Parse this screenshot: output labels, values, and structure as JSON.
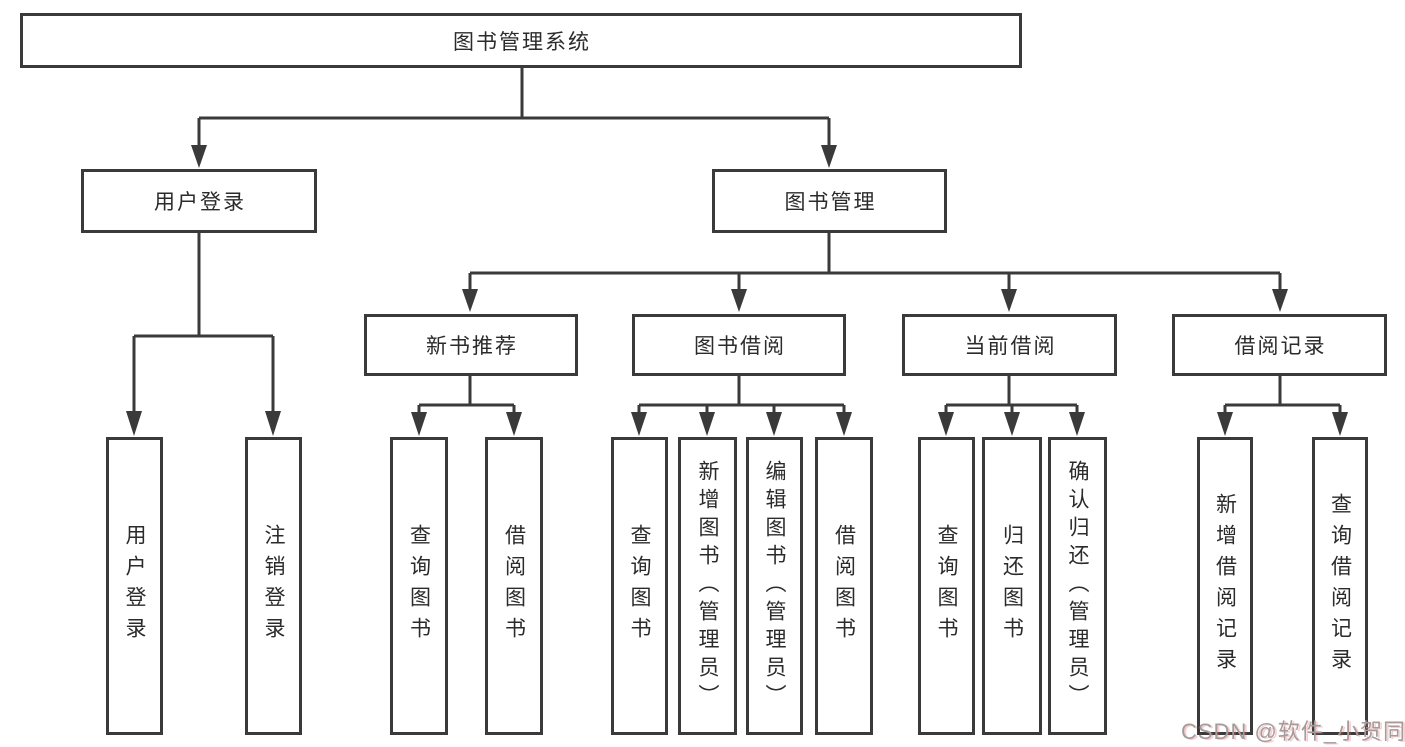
{
  "diagram_type": "tree",
  "root": {
    "label": "图书管理系统"
  },
  "branches": [
    {
      "label": "用户登录",
      "children": [
        {
          "label": "用户登录"
        },
        {
          "label": "注销登录"
        }
      ]
    },
    {
      "label": "图书管理",
      "children": [
        {
          "label": "新书推荐",
          "children": [
            {
              "label": "查询图书"
            },
            {
              "label": "借阅图书"
            }
          ]
        },
        {
          "label": "图书借阅",
          "children": [
            {
              "label": "查询图书"
            },
            {
              "label": "新增图书（管理员）"
            },
            {
              "label": "编辑图书（管理员）"
            },
            {
              "label": "借阅图书"
            }
          ]
        },
        {
          "label": "当前借阅",
          "children": [
            {
              "label": "查询图书"
            },
            {
              "label": "归还图书"
            },
            {
              "label": "确认归还（管理员）"
            }
          ]
        },
        {
          "label": "借阅记录",
          "children": [
            {
              "label": "新增借阅记录"
            },
            {
              "label": "查询借阅记录"
            }
          ]
        }
      ]
    }
  ],
  "watermark": "CSDN @软件_小贺同学",
  "colors": {
    "line": "#3a3a3a",
    "text": "#2b2b2b",
    "watermark_gray": "#9e9e9e",
    "background": "#ffffff"
  }
}
